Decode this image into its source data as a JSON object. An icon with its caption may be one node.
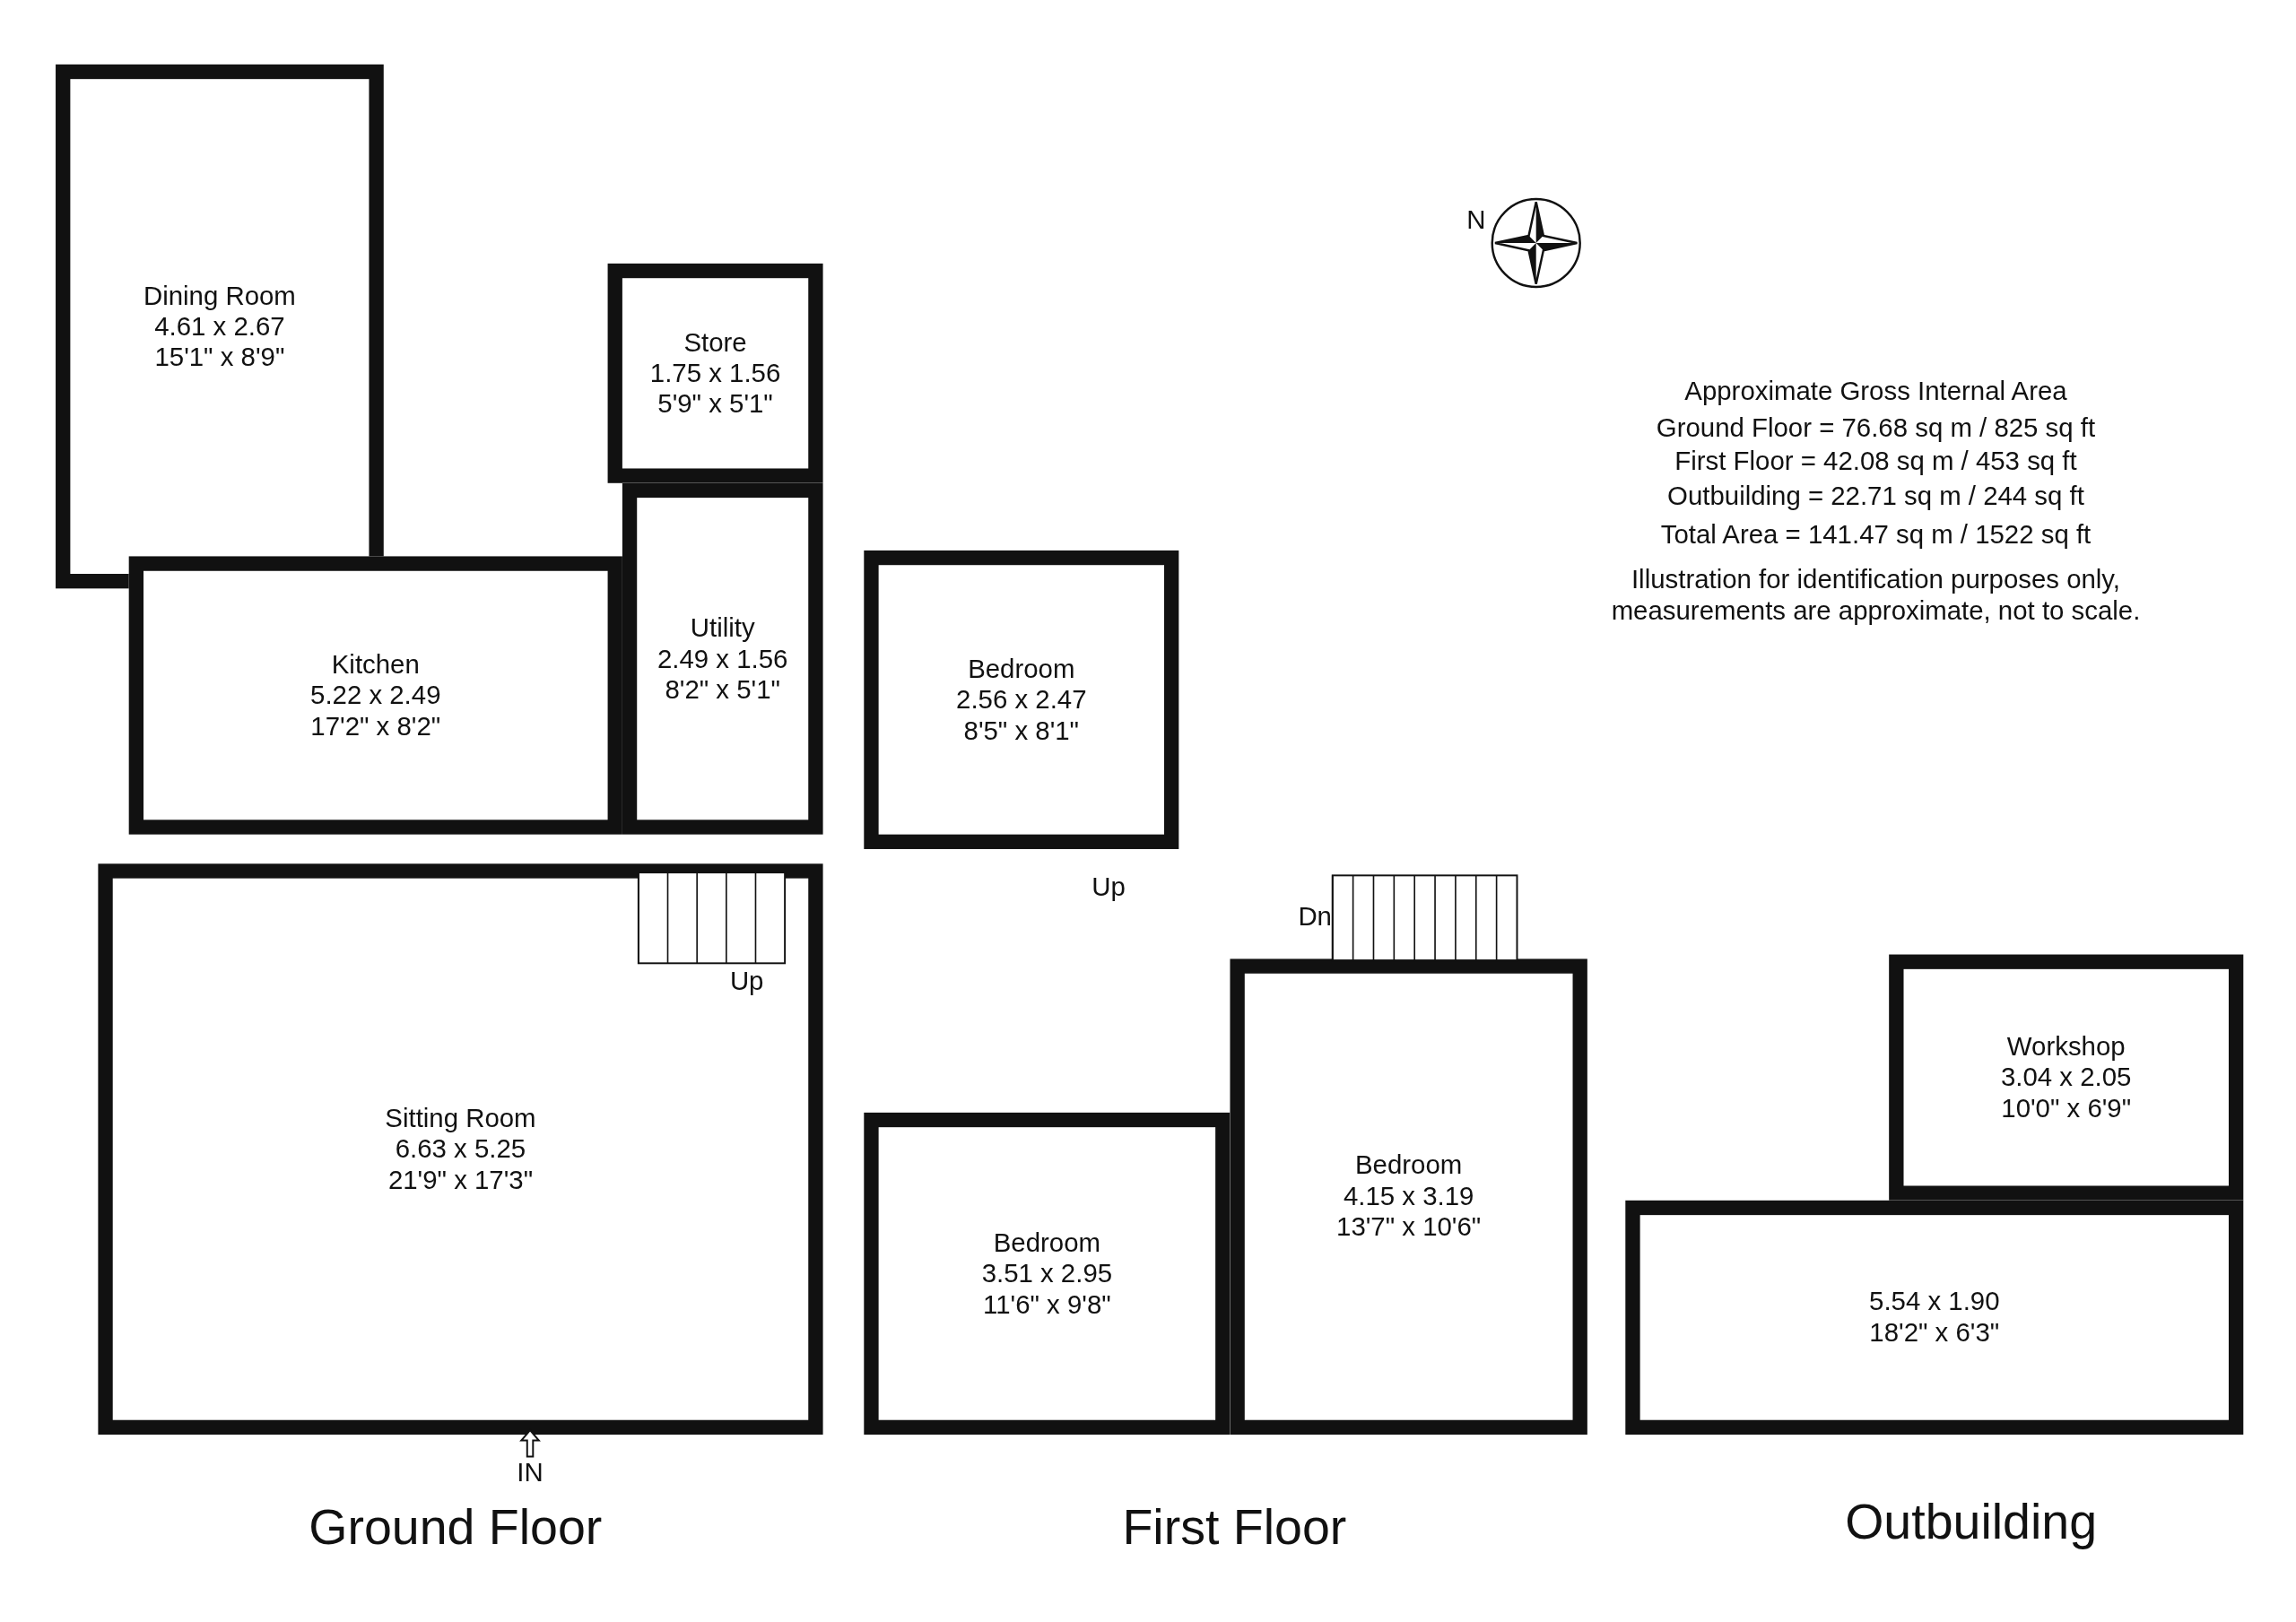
{
  "diagram": {
    "nodes": [
      {
        "text": [
          "Ground Floor"
        ]
      },
      {
        "text": [
          "Dining Room",
          "4.61 x 2.67 15'1\" x 8'9\""
        ],
        "in": 0
      },
      {
        "text": [
          "Store",
          "1.75 x 1.56 5'9\" x 5'1\""
        ],
        "in": 0
      },
      {
        "text": [
          "Utility",
          "2.49 x 1.56 8'2\" x 5'1\""
        ],
        "in": 0
      },
      {
        "text": [
          "Kitchen",
          "5.22 x 2.49 17'2\" x 8'2\""
        ],
        "in": 0
      },
      {
        "text": [
          "Sitting Room",
          "6.63 x 5.25 21'9\" x 17'3\""
        ],
        "in": 0
      },
      {
        "text": [
          "First Floor"
        ]
      },
      {
        "text": [
          "Bedroom",
          "2.56 x 2.47 8'5\" x 8'1\""
        ],
        "in": 6
      },
      {
        "text": [
          "Bedroom",
          "3.51 x 2.95 11'6\" x 9'8\""
        ],
        "in": 6
      },
      {
        "text": [
          "Bedroom",
          "4.15 x 3.19 13'7\" x 10'6\""
        ],
        "in": 6
      },
      {
        "text": [
          "Outbuilding"
        ]
      },
      {
        "text": [
          "Workshop",
          "3.04 x 2.05 10'0\" x 6'9\""
        ],
        "in": 10
      },
      {
        "text": [
          "5.54 x 1.90 18'2\" x 6'3\""
        ],
        "in": 10
      }
    ],
    "labels": [
      "N",
      "Approximate Gross Internal Area",
      "Ground Floor = 76.68 sq m / 825 sq ft",
      "First Floor = 42.08 sq m / 453 sq ft",
      "Outbuilding = 22.71 sq m / 244 sq ft",
      "Total Area = 141.47 sq m / 1522 sq ft",
      "Illustration for identification purposes only, measurements are approximate, not to scale.",
      "Up",
      "Up",
      "Dn",
      "IN"
    ]
  }
}
